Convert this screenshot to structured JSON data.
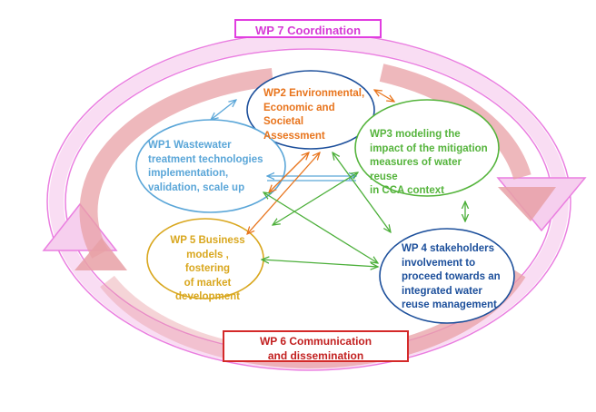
{
  "caption_fragment": "",
  "nodes": {
    "wp7": {
      "label": "WP 7 Coordination",
      "color": "#d63ad6",
      "border": "#e13ee0"
    },
    "wp6": {
      "line1": "WP 6 Communication",
      "line2": "and dissemination",
      "color": "#c21f1f",
      "border": "#d42929"
    },
    "wp1": {
      "lines": [
        "WP1 Wastewater",
        "treatment technologies",
        "implementation,",
        "validation, scale up"
      ],
      "color": "#5aa6d8"
    },
    "wp2": {
      "lines": [
        "WP2 Environmental,",
        "Economic and",
        "Societal Assessment"
      ],
      "color": "#e8741c"
    },
    "wp3": {
      "lines": [
        "WP3 modeling the",
        "impact of the  mitigation",
        "measures of water reuse",
        "in CCA context"
      ],
      "color": "#55b43c"
    },
    "wp4": {
      "lines": [
        "WP 4 stakeholders",
        "involvement to",
        "proceed towards an",
        "integrated water",
        "reuse management"
      ],
      "color": "#1c4f9b"
    },
    "wp5": {
      "lines": [
        "WP 5 Business",
        "models , fostering",
        "of market",
        "development"
      ],
      "color": "#d9a71e"
    }
  },
  "colors": {
    "ring_fill": "#f6cfee",
    "ring_stroke": "#ea7ee0",
    "arrow_pink": "#e8a0a6",
    "arrow_blue": "#5aa6d8",
    "arrow_orange": "#e8741c",
    "arrow_green": "#4caf3a",
    "ellipse_blue": "#5aa6d8",
    "ellipse_navy": "#1c4f9b",
    "ellipse_green": "#55b43c",
    "ellipse_gold": "#d9a71e"
  }
}
